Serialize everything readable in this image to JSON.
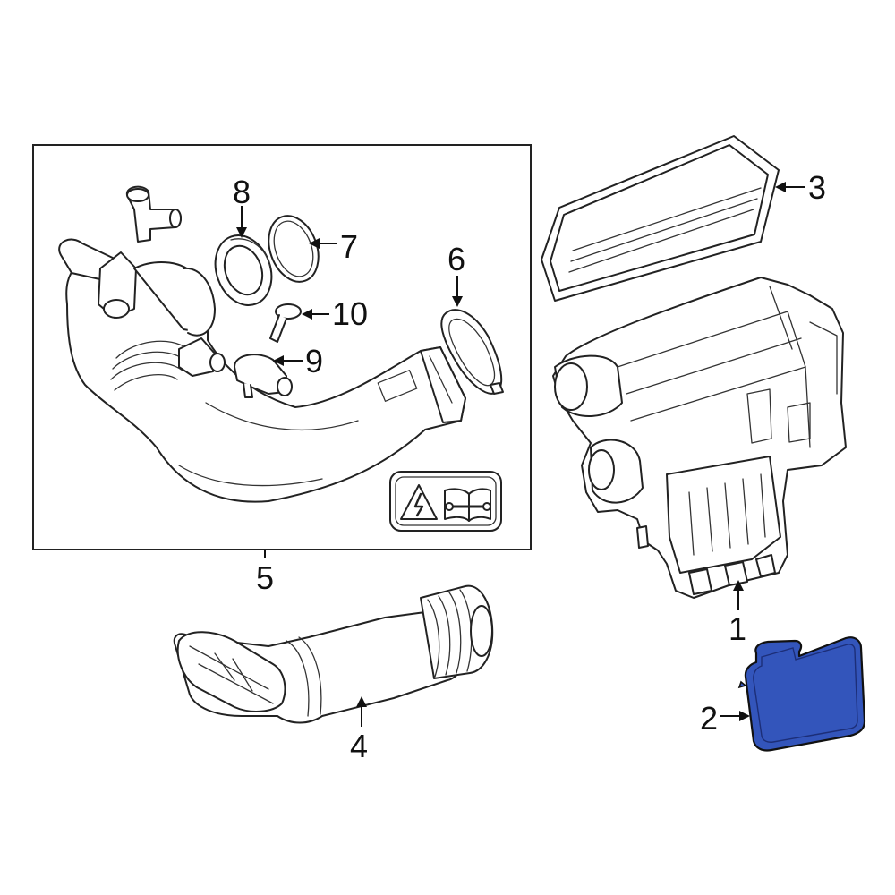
{
  "callouts": {
    "c1": "1",
    "c2": "2",
    "c3": "3",
    "c4": "4",
    "c5": "5",
    "c6": "6",
    "c7": "7",
    "c8": "8",
    "c9": "9",
    "c10": "10"
  },
  "colors": {
    "highlight_part": "#3355bb",
    "line": "#222222",
    "background": "#ffffff"
  },
  "icons": {
    "warning_symbol": "lightning-warning-icon",
    "manual_symbol": "wrench-manual-icon"
  }
}
